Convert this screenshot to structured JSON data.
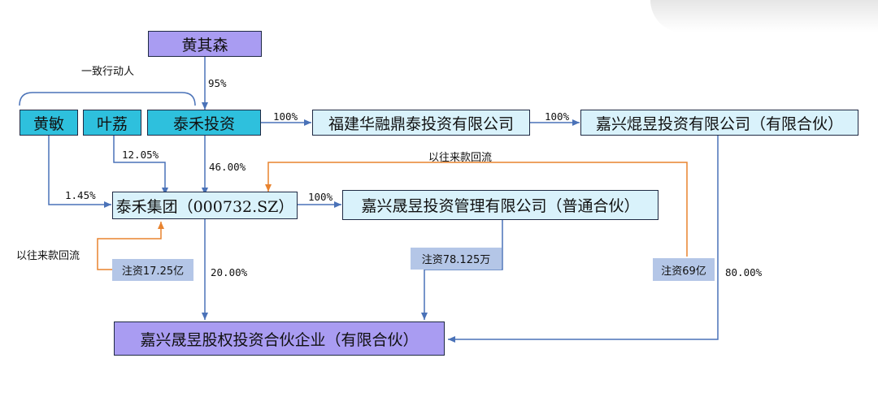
{
  "nodes": {
    "huang_qisen": "黄其森",
    "huang_min": "黄敏",
    "ye_li": "叶荔",
    "taihe_invest": "泰禾投资",
    "fujian_hrdt": "福建华融鼎泰投资有限公司",
    "jiaxing_kunyu": "嘉兴焜昱投资有限公司（有限合伙）",
    "taihe_group": "泰禾集团（000732.SZ）",
    "jiaxing_shengyu_mgmt": "嘉兴晟昱投资管理有限公司（普通合伙）",
    "jiaxing_shengyu_fund": "嘉兴晟昱股权投资合伙企业（有限合伙）"
  },
  "labels": {
    "acting_in_concert": "一致行动人",
    "pct_95": "95%",
    "pct_100_a": "100%",
    "pct_100_b": "100%",
    "pct_100_c": "100%",
    "pct_12_05": "12.05%",
    "pct_46_00": "46.00%",
    "pct_1_45": "1.45%",
    "pct_20_00": "20.00%",
    "pct_80_00": "80.00%",
    "reflow_top": "以往来款回流",
    "reflow_left": "以往来款回流"
  },
  "tags": {
    "inject_17_25": "注资17.25亿",
    "inject_78_125": "注资78.125万",
    "inject_69": "注资69亿"
  },
  "colors": {
    "arrow_blue": "#4a72b8",
    "arrow_orange": "#e8832f",
    "box_purple": "#a99cf2",
    "box_cyan": "#2ec0dd",
    "box_light": "#d9f2fb",
    "tag_blue": "#b4c6e7"
  }
}
